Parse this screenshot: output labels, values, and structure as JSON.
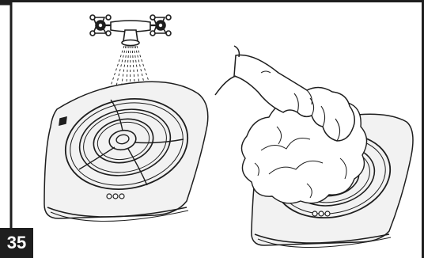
{
  "step": {
    "number": "35"
  },
  "panels": [
    {
      "name": "rinse-panel",
      "icons": [
        "faucet-icon",
        "water-spray-icon",
        "fan-grille-icon"
      ]
    },
    {
      "name": "wipe-panel",
      "icons": [
        "hand-icon",
        "cloth-icon",
        "fan-grille-icon"
      ]
    }
  ],
  "colors": {
    "ink": "#1e1e1e",
    "panel": "#f2f2f2",
    "badge": "#1e1e1e"
  }
}
